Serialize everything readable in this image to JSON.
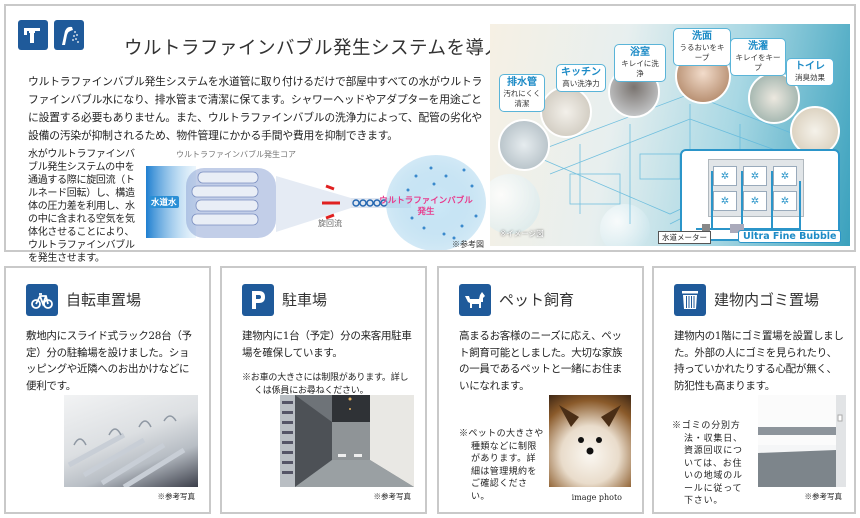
{
  "top": {
    "title": "ウルトラファインバブル発生システムを導入",
    "icons": [
      "faucet-icon",
      "shower-icon"
    ],
    "paragraph": "ウルトラファインバブル発生システムを水道管に取り付けるだけで部屋中すべての水がウルトラファインバブル水になり、排水管まで清潔に保てます。シャワーヘッドやアダプターを用途ごとに設置する必要もありません。また、ウルトラファインバブルの洗浄力によって、配管の劣化や設備の汚染が抑制されるため、物件管理にかかる手間や費用を抑制できます。",
    "side_paragraph": "水がウルトラファインバブル発生システムの中を通過する際に旋回流（トルネード回転）し、構造体の圧力差を利用し、水の中に含まれる空気を気体化させることにより、ウルトラファインバブルを発生させます。",
    "diagram": {
      "core_label": "ウルトラファインバブル発生コア",
      "water_label": "水道水",
      "swirl_label": "旋回流",
      "output_label": "ウルトラファインバブル\n発生",
      "note": "※参考図"
    },
    "room_image": {
      "callouts": [
        {
          "title": "排水管",
          "sub": "汚れにくく\n清潔"
        },
        {
          "title": "キッチン",
          "sub": "高い洗浄力"
        },
        {
          "title": "浴室",
          "sub": "キレイに洗浄"
        },
        {
          "title": "洗面",
          "sub": "うるおいをキープ"
        },
        {
          "title": "洗濯",
          "sub": "キレイをキープ"
        },
        {
          "title": "トイレ",
          "sub": "消臭効果"
        }
      ],
      "image_note": "※イメージ図",
      "meter_label": "水道メーター",
      "ufb_tag": "Ultra Fine Bubble"
    },
    "colors": {
      "accent_blue": "#1f5a9a",
      "callout_blue": "#1d8bc6",
      "pink": "#e83a8c"
    }
  },
  "cards": [
    {
      "icon": "bicycle-icon",
      "title": "自転車置場",
      "body": "敷地内にスライド式ラック28台（予定）分の駐輪場を設けました。ショッピングや近隣へのお出かけなどに便利です。",
      "photo_caption": "※参考写真"
    },
    {
      "icon": "parking-icon",
      "title": "駐車場",
      "body": "建物内に1台（予定）分の来客用駐車場を確保しています。",
      "note": "※お車の大きさには制限があります。詳しくは係員にお尋ねください。",
      "photo_caption": "※参考写真"
    },
    {
      "icon": "dog-icon",
      "title": "ペット飼育",
      "body": "高まるお客様のニーズに応え、ペット飼育可能としました。大切な家族の一員であるペットと一緒にお住まいになれます。",
      "note": "※ペットの大きさや種類などに制限があります。詳細は管理規約をご確認ください。",
      "photo_caption": "image photo"
    },
    {
      "icon": "trash-can-icon",
      "title": "建物内ゴミ置場",
      "body": "建物内の1階にゴミ置場を設置しました。外部の人にゴミを見られたり、持っていかれたりする心配が無く、防犯性も高まります。",
      "note": "※ゴミの分別方法・収集日、資源回収については、お住いの地域のルールに従って下さい。",
      "photo_caption": "※参考写真"
    }
  ]
}
